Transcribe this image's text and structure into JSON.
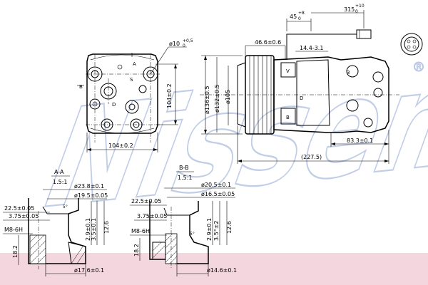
{
  "watermark": {
    "text": "Nissens",
    "mark": "®"
  },
  "colors": {
    "band": "#f4d6de",
    "watermark": "#b8c6e4",
    "ink": "#000000"
  },
  "front_view": {
    "hole_dia": "ø10",
    "hole_tol": "+0,5",
    "hole_tol2": "0",
    "width": "104±0.2",
    "height": "104±0.2",
    "port_a": "A",
    "port_b": "B",
    "port_s": "S",
    "port_d": "D"
  },
  "side_view": {
    "pulley_dia": "ø136±0.5",
    "inner_dia": "ø132±0.5",
    "hub_dia": "ø105",
    "clutch_len": "46.6±0.6",
    "boss_len": "14.4-3.1",
    "body_len": "83.3±0.1",
    "total_len": "(227.5)",
    "connector_len": "45",
    "connector_tol": "+8",
    "connector_tol2": "0",
    "wire_len": "315",
    "wire_tol": "+10",
    "wire_tol2": "0",
    "tag_v": "V",
    "tag_d": "D",
    "tag_3": "3",
    "tag_b": "B"
  },
  "section_a": {
    "label": "A-A",
    "scale": "1.5:1",
    "d1": "ø23.8±0.1",
    "d2": "ø19.5±0.05",
    "d3": "ø17.6±0.1",
    "h1": "22.5±0.05",
    "h2": "3.75±0.05",
    "thread": "M8-6H",
    "depth": "18.2",
    "v1": "2.9±0.1",
    "v2": "3.5±0.1",
    "v3": "12.6",
    "angle": "5°"
  },
  "section_b": {
    "label": "B-B",
    "scale": "1.5:1",
    "d1": "ø20.5±0.1",
    "d2": "ø16.5±0.05",
    "d3": "ø14.6±0.1",
    "h1": "22.5±0.05",
    "h2": "3.75±0.05",
    "thread": "M8-6H",
    "depth": "18.2",
    "v1": "2.9±0.1",
    "v2": "3.5°±2",
    "v3": "12.6",
    "angle": "5°"
  }
}
